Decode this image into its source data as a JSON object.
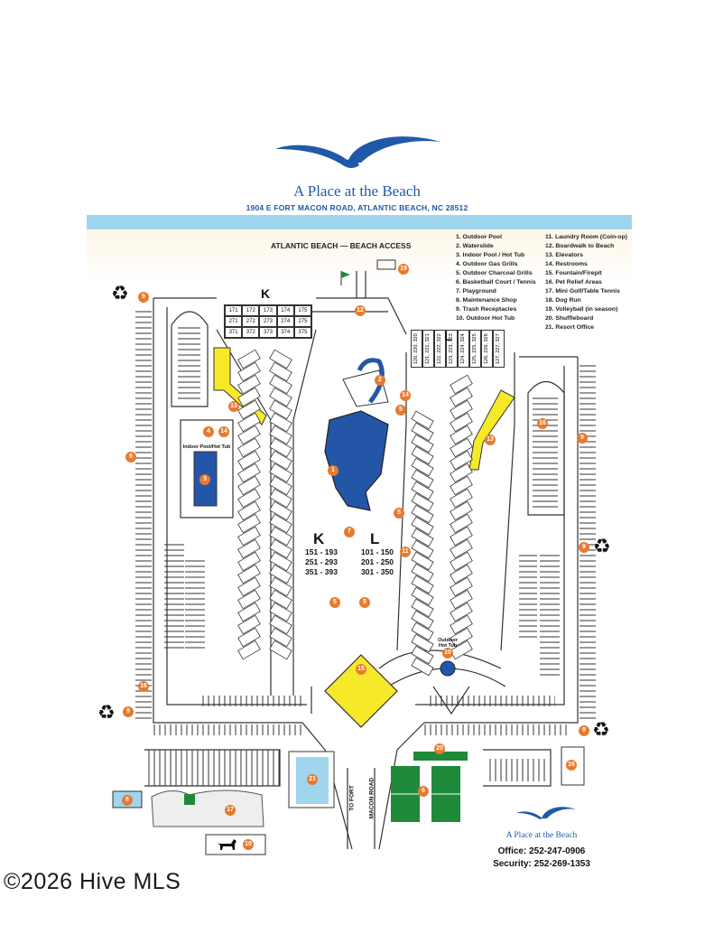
{
  "header": {
    "title": "A Place at the Beach",
    "address": "1904 E FORT MACON ROAD, ATLANTIC BEACH, NC 28512",
    "beach_label": "ATLANTIC BEACH — BEACH ACCESS"
  },
  "legend": [
    "1. Outdoor Pool",
    "2. Waterslide",
    "3. Indoor Pool / Hot Tub",
    "4. Outdoor Gas Grills",
    "5. Outdoor Charcoal Grills",
    "6. Basketball Court / Tennis",
    "7. Playground",
    "8. Maintenance Shop",
    "9. Trash Receptacles",
    "10. Outdoor Hot Tub",
    "11. Laundry Room (Coin-op)",
    "12. Boardwalk to Beach",
    "13. Elevators",
    "14. Restrooms",
    "15. Fountain/Firepit",
    "16. Pet Relief Areas",
    "17. Mini Golf/Table Tennis",
    "18. Dog Run",
    "19. Volleyball (in season)",
    "20. Shuffleboard",
    "21. Resort Office"
  ],
  "buildings": {
    "k_letter": "K",
    "l_letter": "L",
    "k_ranges": [
      "151 - 193",
      "251 - 293",
      "351 - 393"
    ],
    "l_ranges": [
      "101 - 150",
      "201 - 250",
      "301 - 350"
    ],
    "k_top_units": [
      "171",
      "172",
      "173",
      "174",
      "175",
      "271",
      "272",
      "273",
      "274",
      "275",
      "371",
      "372",
      "373",
      "374",
      "375"
    ],
    "l_top_units": [
      "120, 220, 320",
      "121, 221, 321",
      "122, 222, 322",
      "123, 223, 323",
      "124, 224, 324",
      "125, 225, 325",
      "126, 226, 326",
      "127, 227, 327"
    ]
  },
  "labels": {
    "indoor_pool": "Indoor Pool/Hot Tub",
    "outdoor_hot_tub": "Outdoor Hot Tub",
    "to_fort": "TO FORT",
    "macon_road": "MACON ROAD"
  },
  "contact": {
    "logo": "A Place at the Beach",
    "office": "Office: 252-247-0906",
    "security": "Security: 252-269-1353"
  },
  "watermark": "©2026 Hive MLS",
  "amenity_markers": {
    "m1": "1",
    "m2": "2",
    "m3": "3",
    "m4": "4",
    "m5a": "5",
    "m5b": "5",
    "m5c": "5",
    "m5d": "5",
    "m6": "6",
    "m7": "7",
    "m8": "8",
    "m9a": "9",
    "m9b": "9",
    "m9c": "9",
    "m9d": "9",
    "m9e": "9",
    "m9f": "9",
    "m10a": "10",
    "m10b": "10",
    "m11": "11",
    "m12": "12",
    "m13a": "13",
    "m13b": "13",
    "m14a": "14",
    "m14b": "14",
    "m15": "15",
    "m16a": "16",
    "m16b": "16",
    "m16c": "16",
    "m17": "17",
    "m19": "19",
    "m20": "20",
    "m21": "21"
  },
  "colors": {
    "accent_blue": "#1f5aa8",
    "pool_blue": "#2456a8",
    "badge_orange": "#e87a2f",
    "court_green": "#1f8a3a",
    "fountain_yellow": "#f6e92a"
  }
}
